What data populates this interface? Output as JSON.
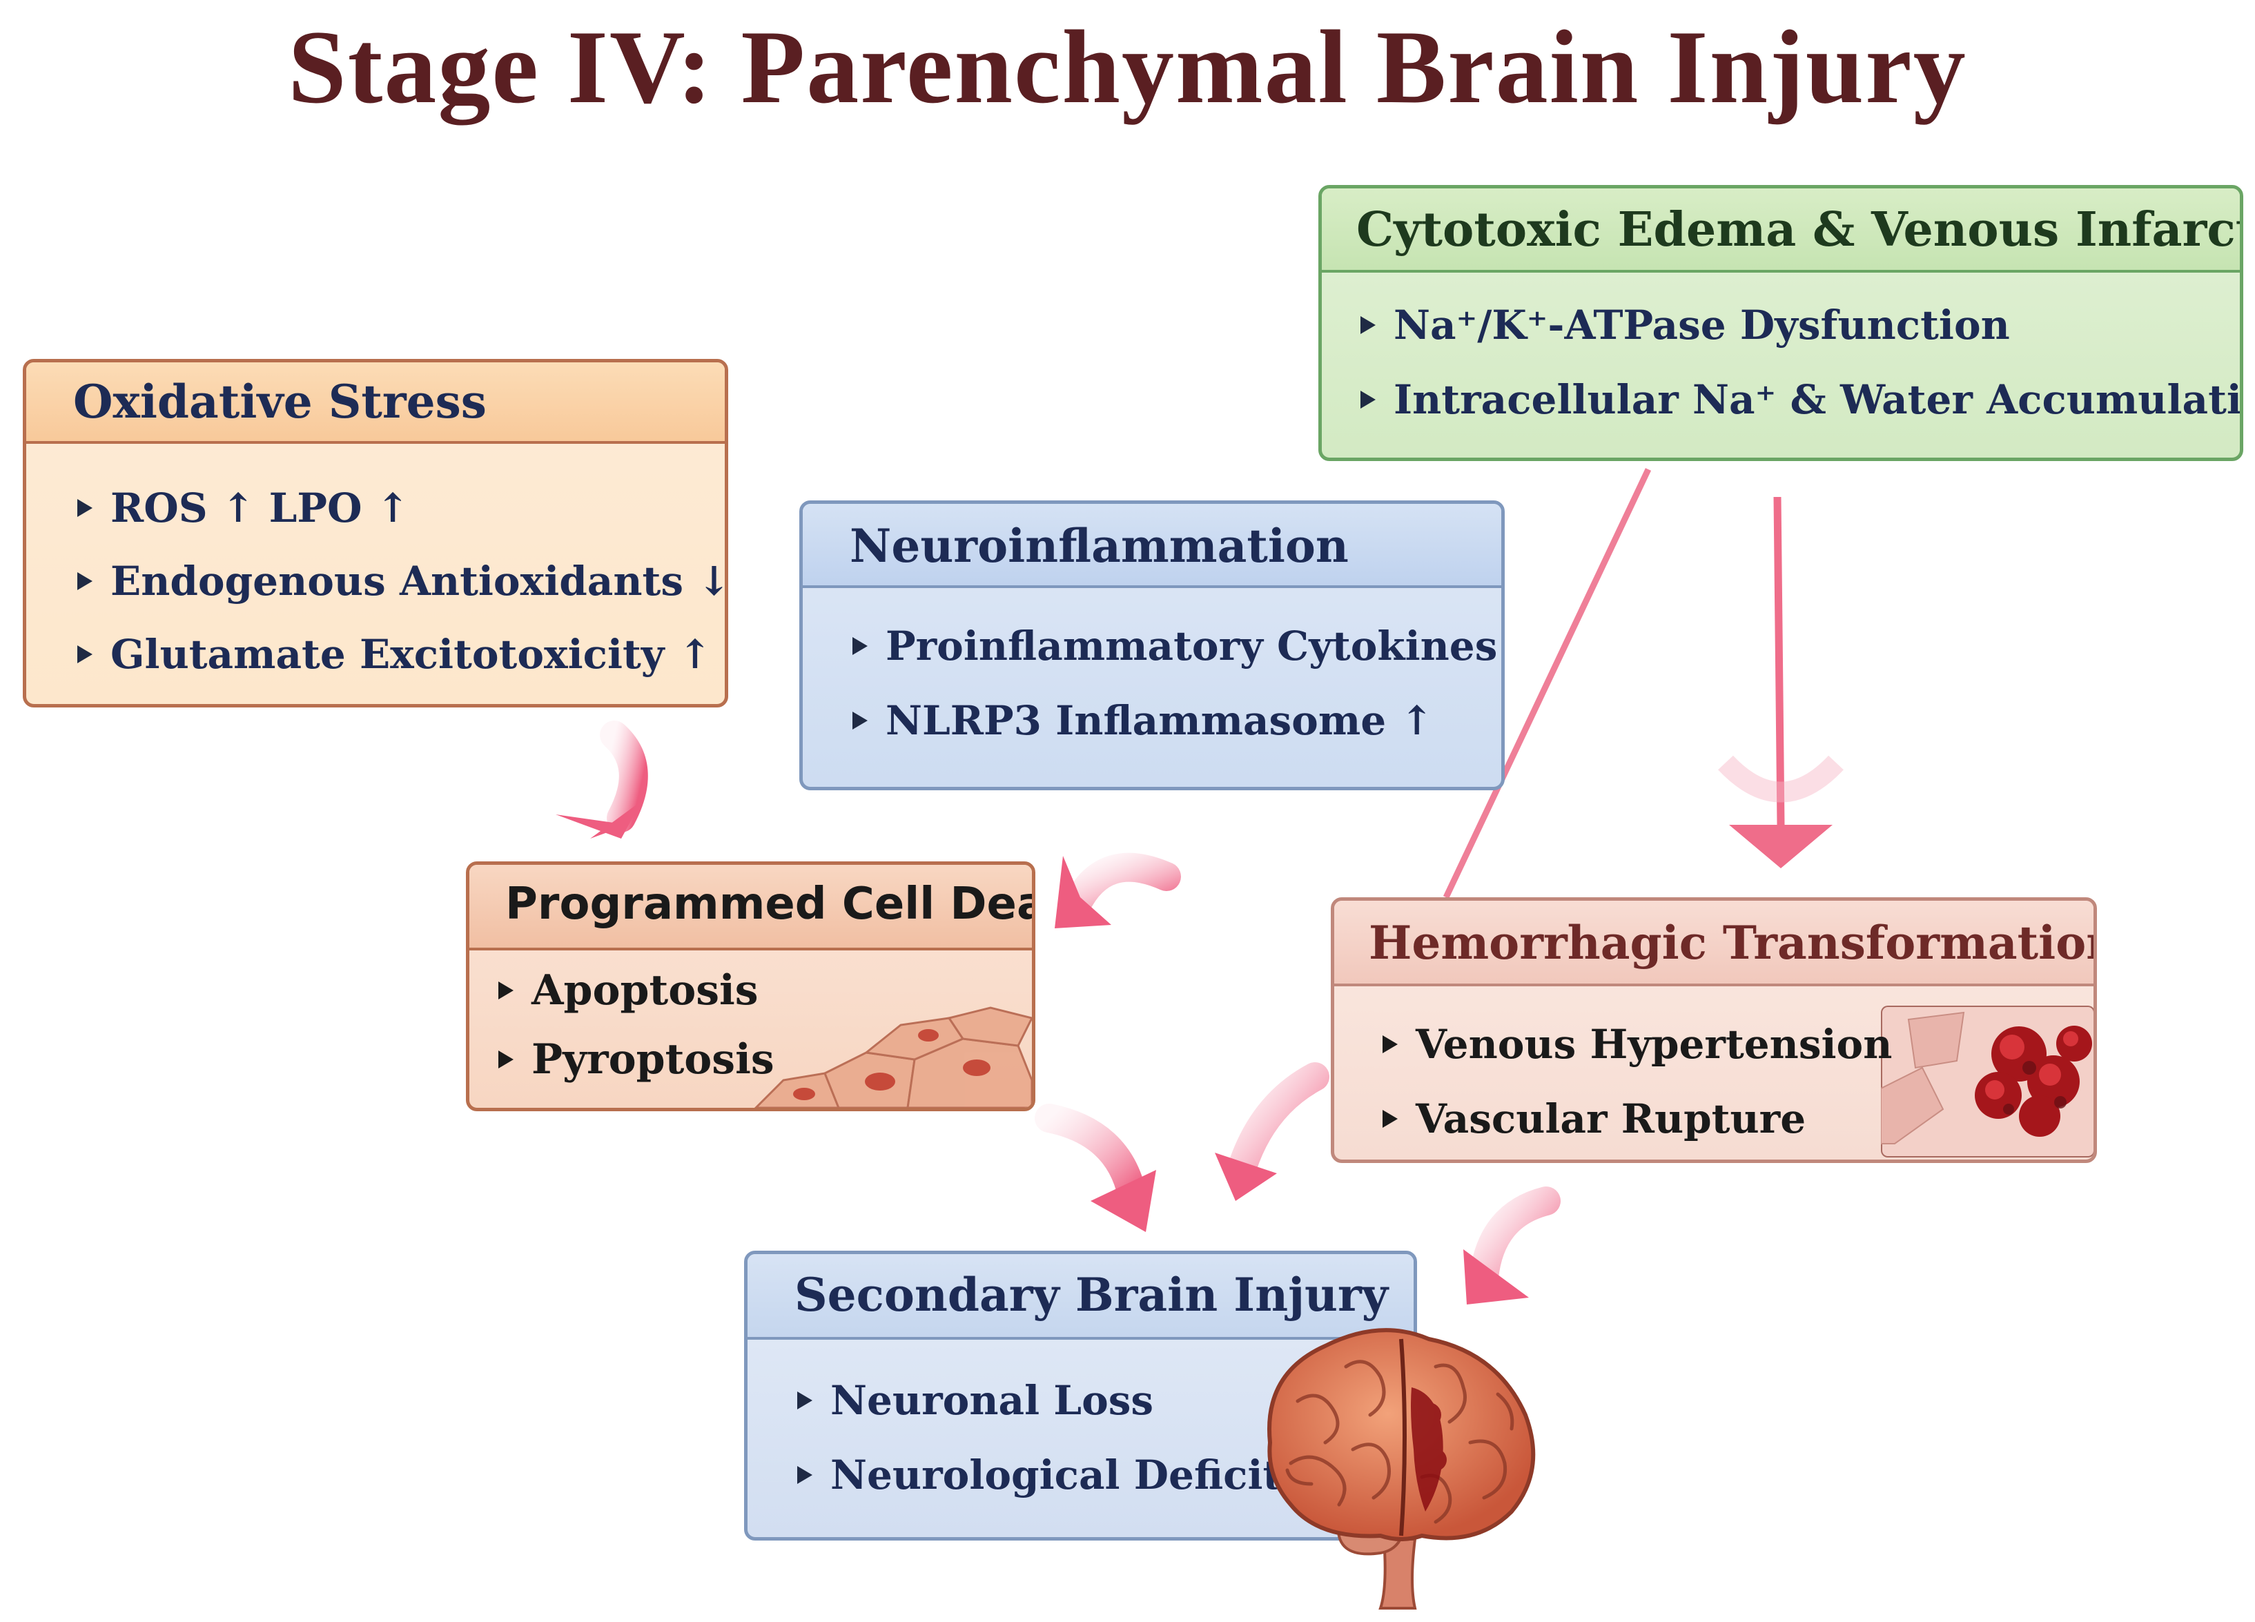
{
  "title": "Stage IV: Parenchymal Brain Injury",
  "boxes": {
    "oxidative": {
      "title": "Oxidative Stress",
      "items": [
        "ROS ↑  LPO ↑",
        "Endogenous Antioxidants ↓",
        "Glutamate Excitotoxicity ↑"
      ]
    },
    "neuroinflammation": {
      "title": "Neuroinflammation",
      "items": [
        "Proinflammatory Cytokines ↑",
        "NLRP3 Inflammasome ↑"
      ]
    },
    "cytotoxic": {
      "title": "Cytotoxic Edema & Venous Infarction",
      "items": [
        "Na⁺/K⁺-ATPase Dysfunction",
        "Intracellular Na⁺ & Water Accumulation"
      ]
    },
    "programmed": {
      "title": "Programmed Cell Death",
      "items": [
        "Apoptosis",
        "Pyroptosis"
      ]
    },
    "hemorrhagic": {
      "title": "Hemorrhagic Transformation",
      "items": [
        "Venous Hypertension",
        "Vascular Rupture"
      ]
    },
    "secondary": {
      "title": "Secondary Brain Injury",
      "items": [
        "Neuronal Loss",
        "Neurological Deficits"
      ]
    }
  },
  "colors": {
    "title": "#5a1f22",
    "arrow": "#ef6d8a",
    "oxidative": "#f8c99a",
    "neuroinflammation": "#bfd2ee",
    "cytotoxic": "#c6e4b2",
    "programmed": "#f1bfa3",
    "hemorrhagic": "#f1c8bc",
    "secondary": "#c5d6ee"
  }
}
